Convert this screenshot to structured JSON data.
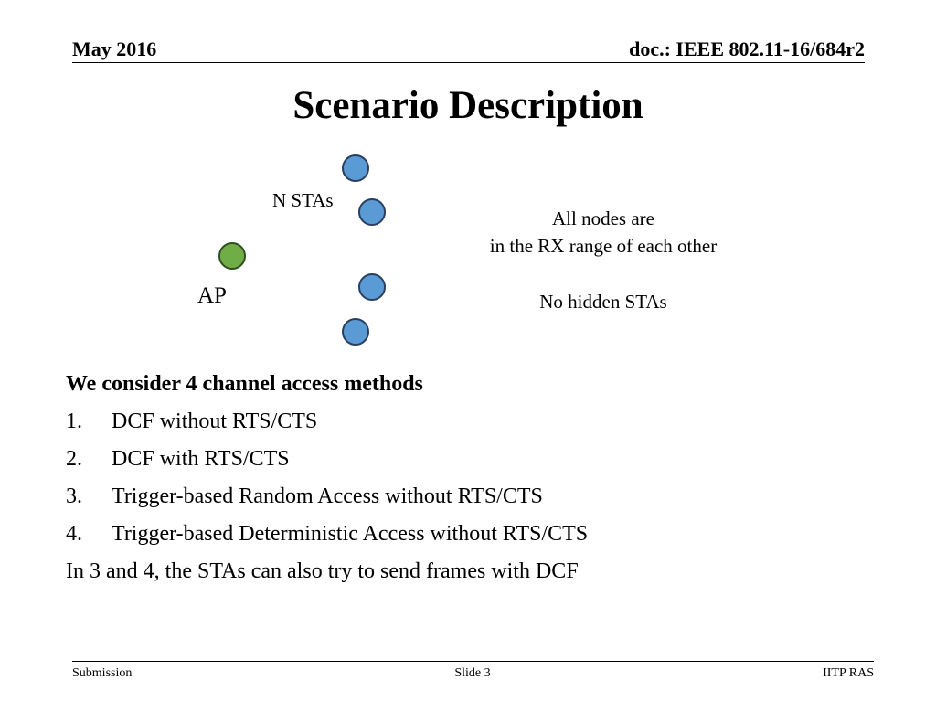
{
  "header": {
    "date": "May 2016",
    "doc": "doc.: IEEE 802.11-16/684r2"
  },
  "title": "Scenario Description",
  "diagram": {
    "sta_label": "N STAs",
    "ap_label": "AP",
    "note_line1": "All nodes are",
    "note_line2": "in the RX range of each other",
    "note_line3": "No hidden STAs",
    "sta_color": "#5b9bd5",
    "ap_color": "#70ad47"
  },
  "body": {
    "intro": "We consider 4 channel access methods",
    "items": [
      {
        "num": "1.",
        "text": "DCF without RTS/CTS"
      },
      {
        "num": "2.",
        "text": "DCF with RTS/CTS"
      },
      {
        "num": "3.",
        "text": "Trigger-based Random Access without RTS/CTS"
      },
      {
        "num": "4.",
        "text": "Trigger-based Deterministic Access without RTS/CTS"
      }
    ],
    "closing": "In 3 and 4, the STAs can also try to send frames with DCF"
  },
  "footer": {
    "left": "Submission",
    "center": "Slide 3",
    "right": "IITP RAS"
  }
}
